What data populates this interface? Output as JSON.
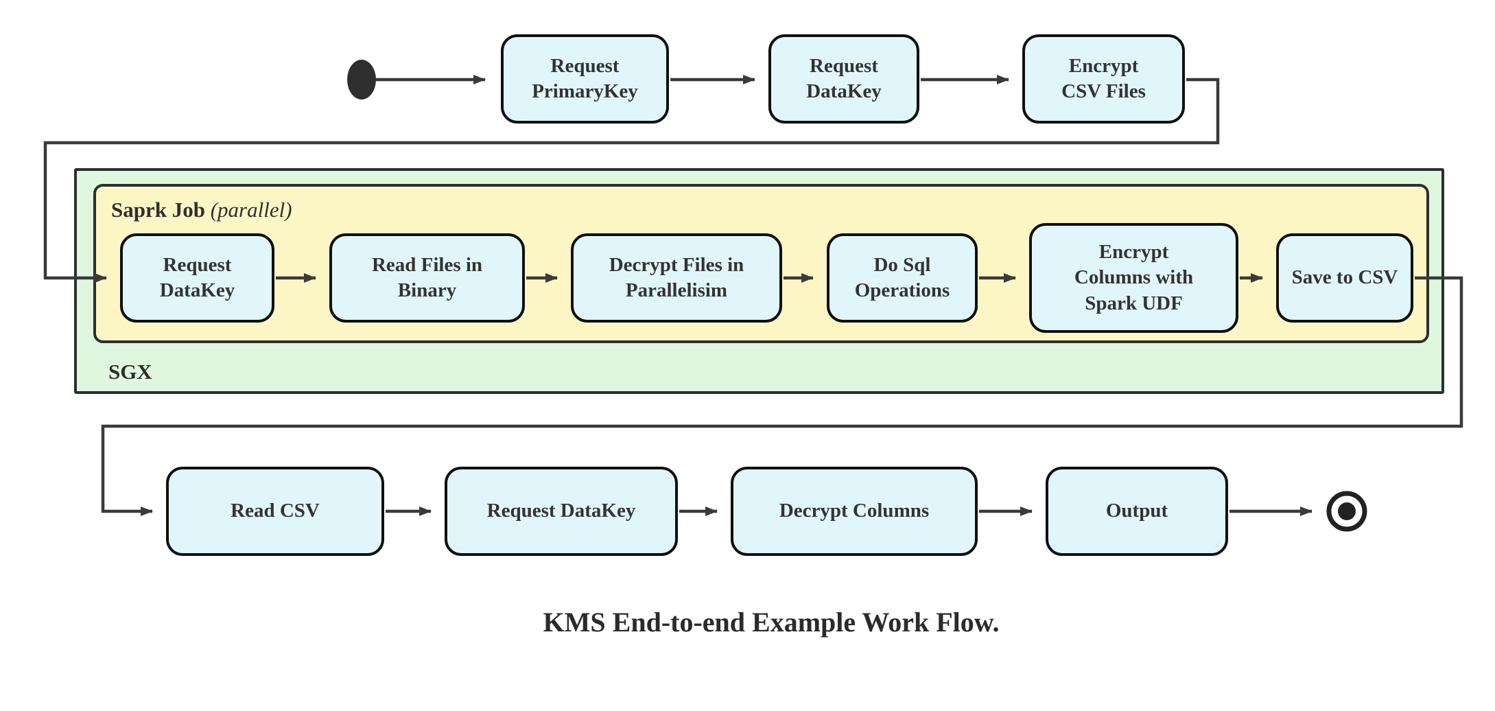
{
  "title": "KMS End-to-end Example Work Flow.",
  "colors": {
    "node_fill": "#e1f6fb",
    "node_border": "#101010",
    "spark_container_fill": "#fcf6c5",
    "sgx_container_fill": "#dff6df",
    "container_border": "#2e2e2e",
    "edge_stroke": "#3a3a3a",
    "text": "#333333",
    "background": "#ffffff"
  },
  "groups": {
    "spark_job": "Saprk Job",
    "spark_job_qualifier": "(parallel)",
    "sgx": "SGX"
  },
  "top_row": {
    "request_primarykey": "Request\nPrimaryKey",
    "request_datakey": "Request\nDataKey",
    "encrypt_csv_files": "Encrypt\nCSV Files"
  },
  "spark_row": {
    "request_datakey": "Request\nDataKey",
    "read_files_in_binary": "Read Files in\nBinary",
    "decrypt_files_in_parallelisim": "Decrypt Files in\nParallelisim",
    "do_sql_operations": "Do Sql\nOperations",
    "encrypt_columns_with_spark_udf": "Encrypt\nColumns with\nSpark UDF",
    "save_to_csv": "Save to CSV"
  },
  "bottom_row": {
    "read_csv": "Read CSV",
    "request_datakey": "Request DataKey",
    "decrypt_columns": "Decrypt Columns",
    "output": "Output"
  }
}
